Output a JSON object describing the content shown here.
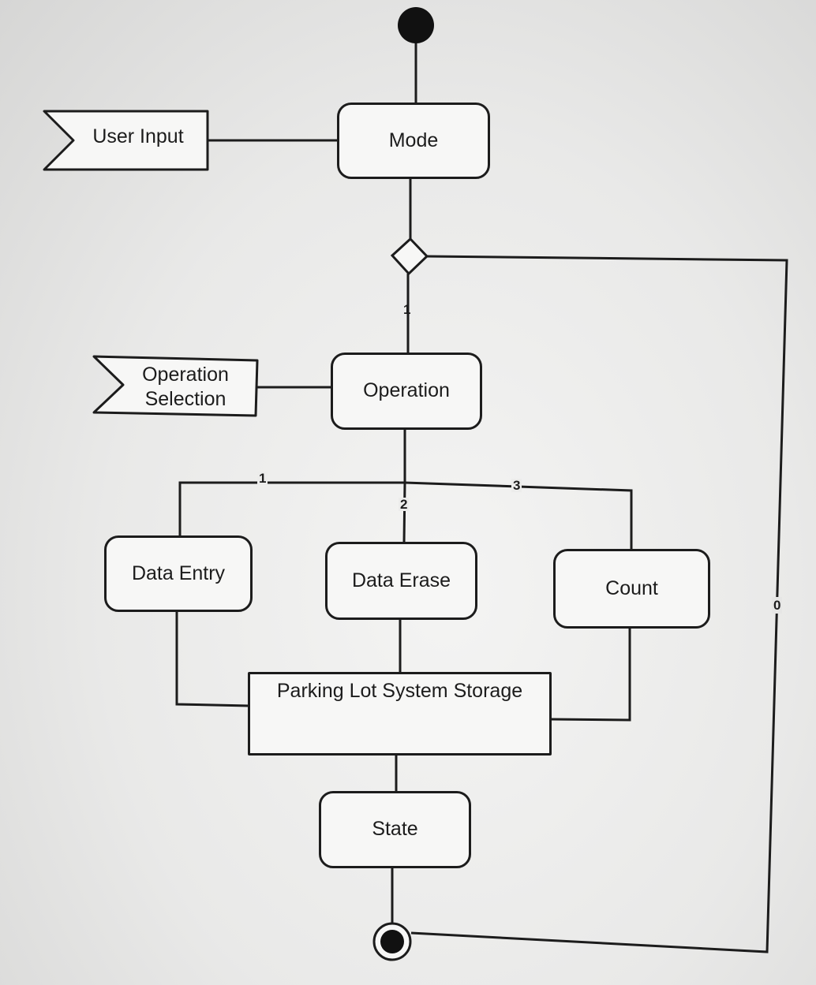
{
  "diagram": {
    "signals": {
      "user_input": "User Input",
      "operation_selection_line1": "Operation",
      "operation_selection_line2": "Selection"
    },
    "states": {
      "mode": "Mode",
      "operation": "Operation",
      "data_entry": "Data Entry",
      "data_erase": "Data Erase",
      "count": "Count",
      "storage": "Parking Lot System Storage",
      "state": "State"
    },
    "edge_labels": {
      "mode_to_operation": "1",
      "to_data_entry": "1",
      "to_data_erase": "2",
      "to_count": "3",
      "loop_to_end": "0"
    }
  }
}
